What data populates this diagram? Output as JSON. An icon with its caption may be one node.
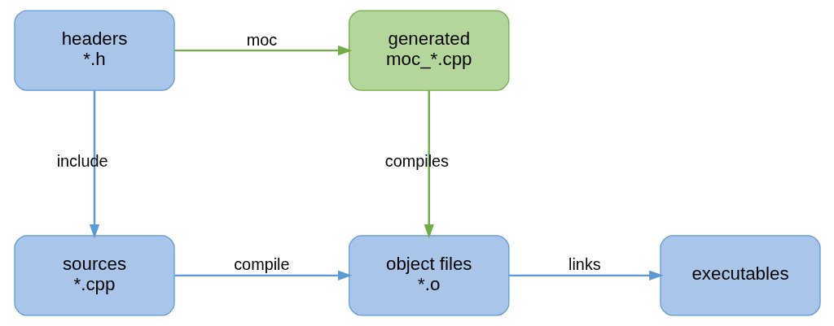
{
  "diagram": {
    "nodes": [
      {
        "text": [
          "sources",
          "*.cpp"
        ]
      },
      {
        "text": [
          "object files",
          "*.o"
        ]
      },
      {
        "text": [
          "executables"
        ]
      },
      {
        "text": [
          "headers",
          "*.h"
        ]
      },
      {
        "text": [
          "generated",
          "moc_*.cpp"
        ]
      }
    ],
    "edges": [
      {
        "from": 0,
        "to": 1,
        "arrow": "to",
        "label": "compile"
      },
      {
        "from": 1,
        "to": 2,
        "arrow": "to",
        "label": "links"
      },
      {
        "from": 3,
        "to": 0,
        "arrow": "to",
        "label": "include"
      },
      {
        "from": 3,
        "to": 4,
        "arrow": "to",
        "label": "moc",
        "color": "#70ad47"
      },
      {
        "from": 4,
        "to": 1,
        "arrow": "to",
        "label": "compiles",
        "color": "#70ad47"
      }
    ]
  }
}
